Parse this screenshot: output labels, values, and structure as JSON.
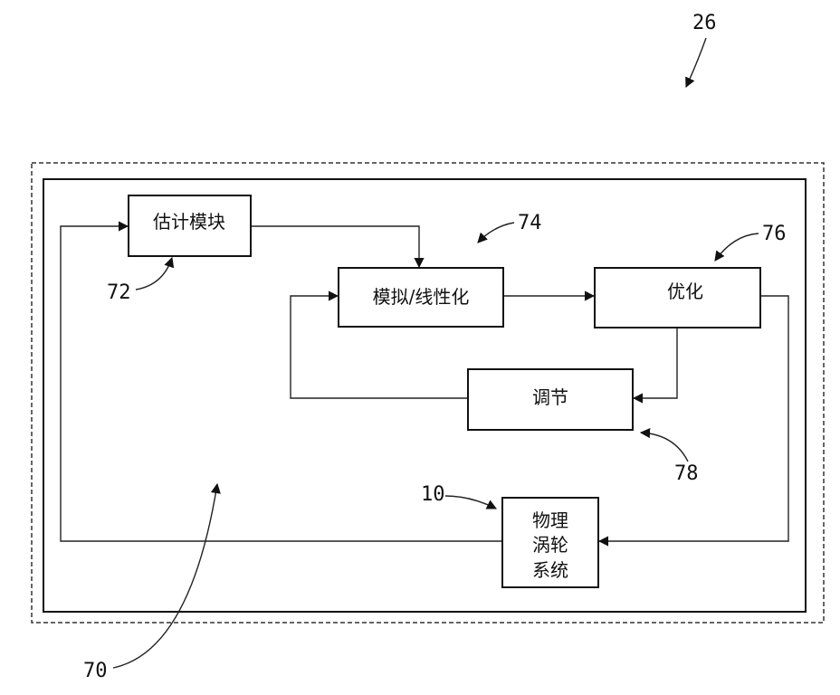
{
  "figure_ref": "26",
  "labels": {
    "system_ref": "70",
    "estimation_ref": "72",
    "sim_ref": "74",
    "opt_ref": "76",
    "adjust_ref": "78",
    "turbine_ref": "10"
  },
  "blocks": {
    "estimation": "估计模块",
    "simulation": "模拟/线性化",
    "optimization": "优化",
    "adjustment": "调节",
    "turbine_lines": [
      "物理",
      "涡轮",
      "系统"
    ]
  }
}
